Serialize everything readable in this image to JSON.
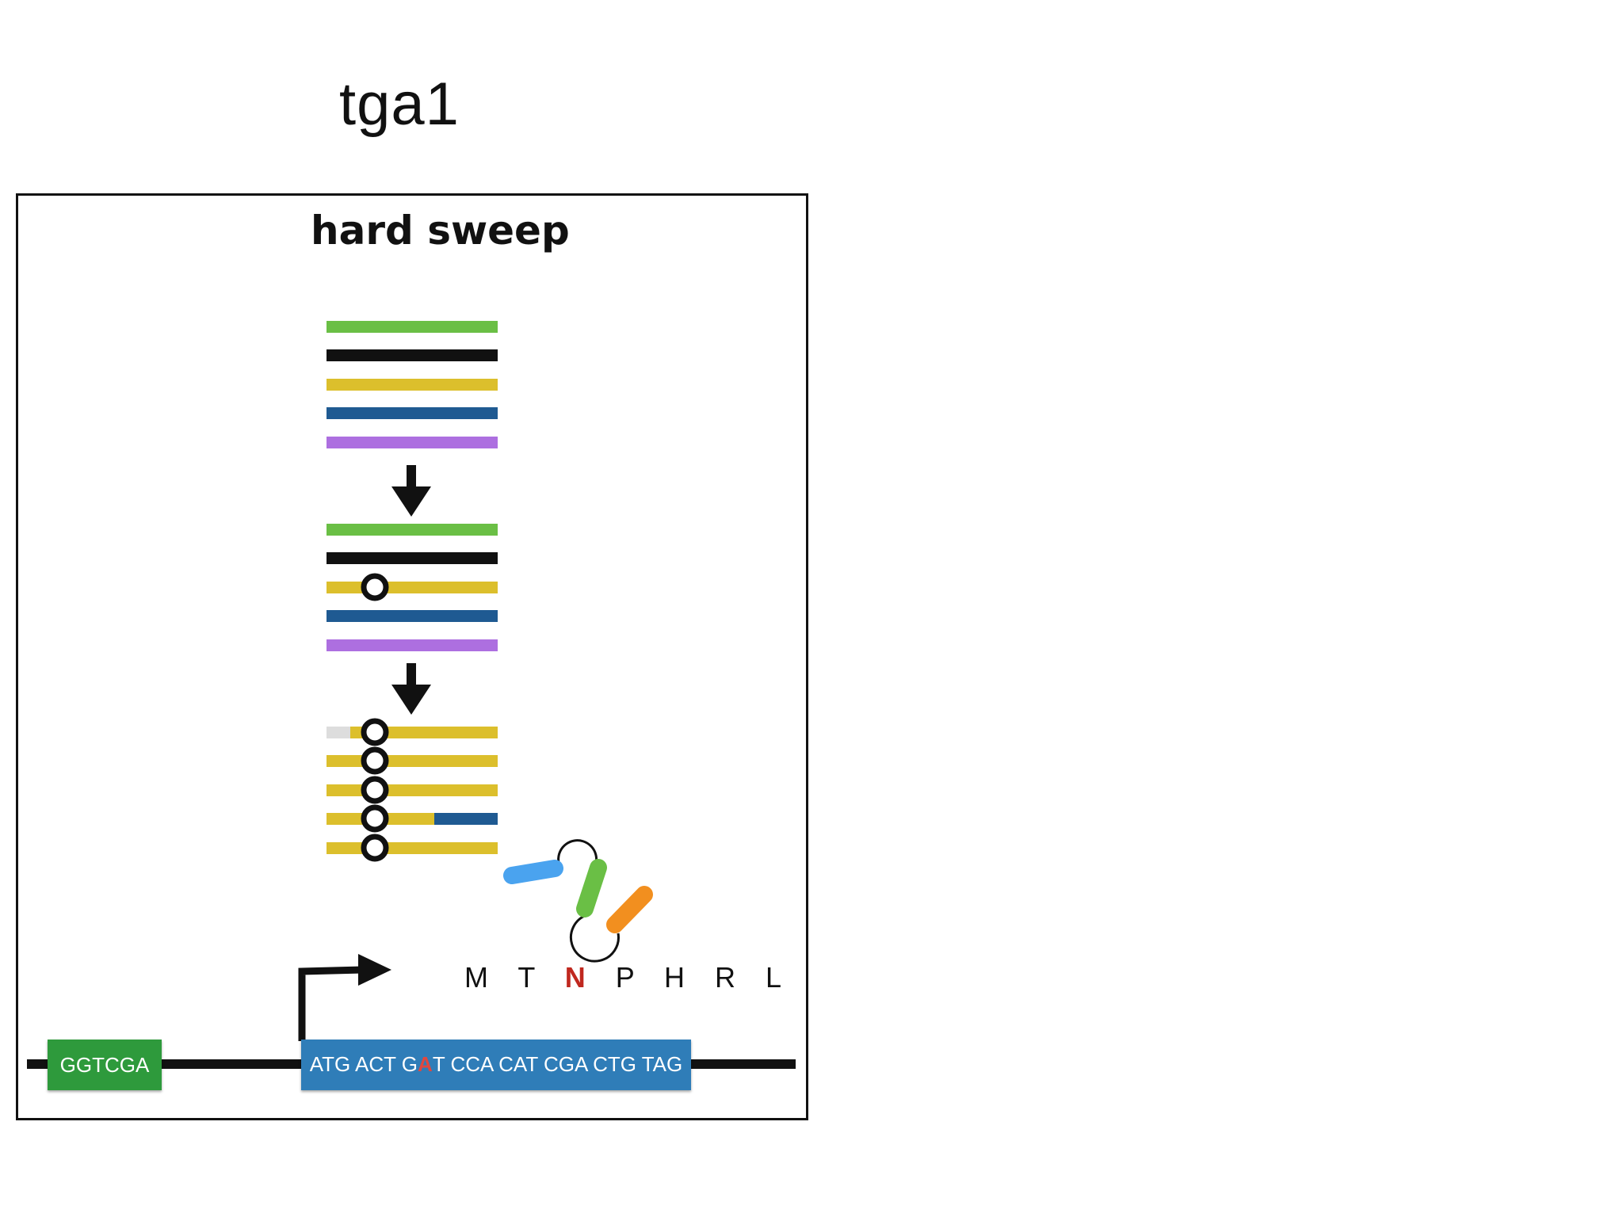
{
  "title": "tga1",
  "panel": {
    "subtitle": "hard sweep"
  },
  "protein": {
    "before": "M T ",
    "highlight": "N",
    "after": " P H R L"
  },
  "promoter": {
    "label": "GGTCGA"
  },
  "coding_sequence": {
    "before": "ATG ACT G",
    "highlight": "A",
    "after": "T CCA CAT CGA CTG TAG"
  },
  "colors": {
    "green": "#6abf45",
    "black": "#111111",
    "yellow": "#dcbf2c",
    "blue": "#1f5a92",
    "purple": "#ad6fe0",
    "grey": "#dddddd",
    "protein_blue": "#4aa3ef",
    "protein_orange": "#f28f1f",
    "highlight_red": "#c0281f"
  }
}
